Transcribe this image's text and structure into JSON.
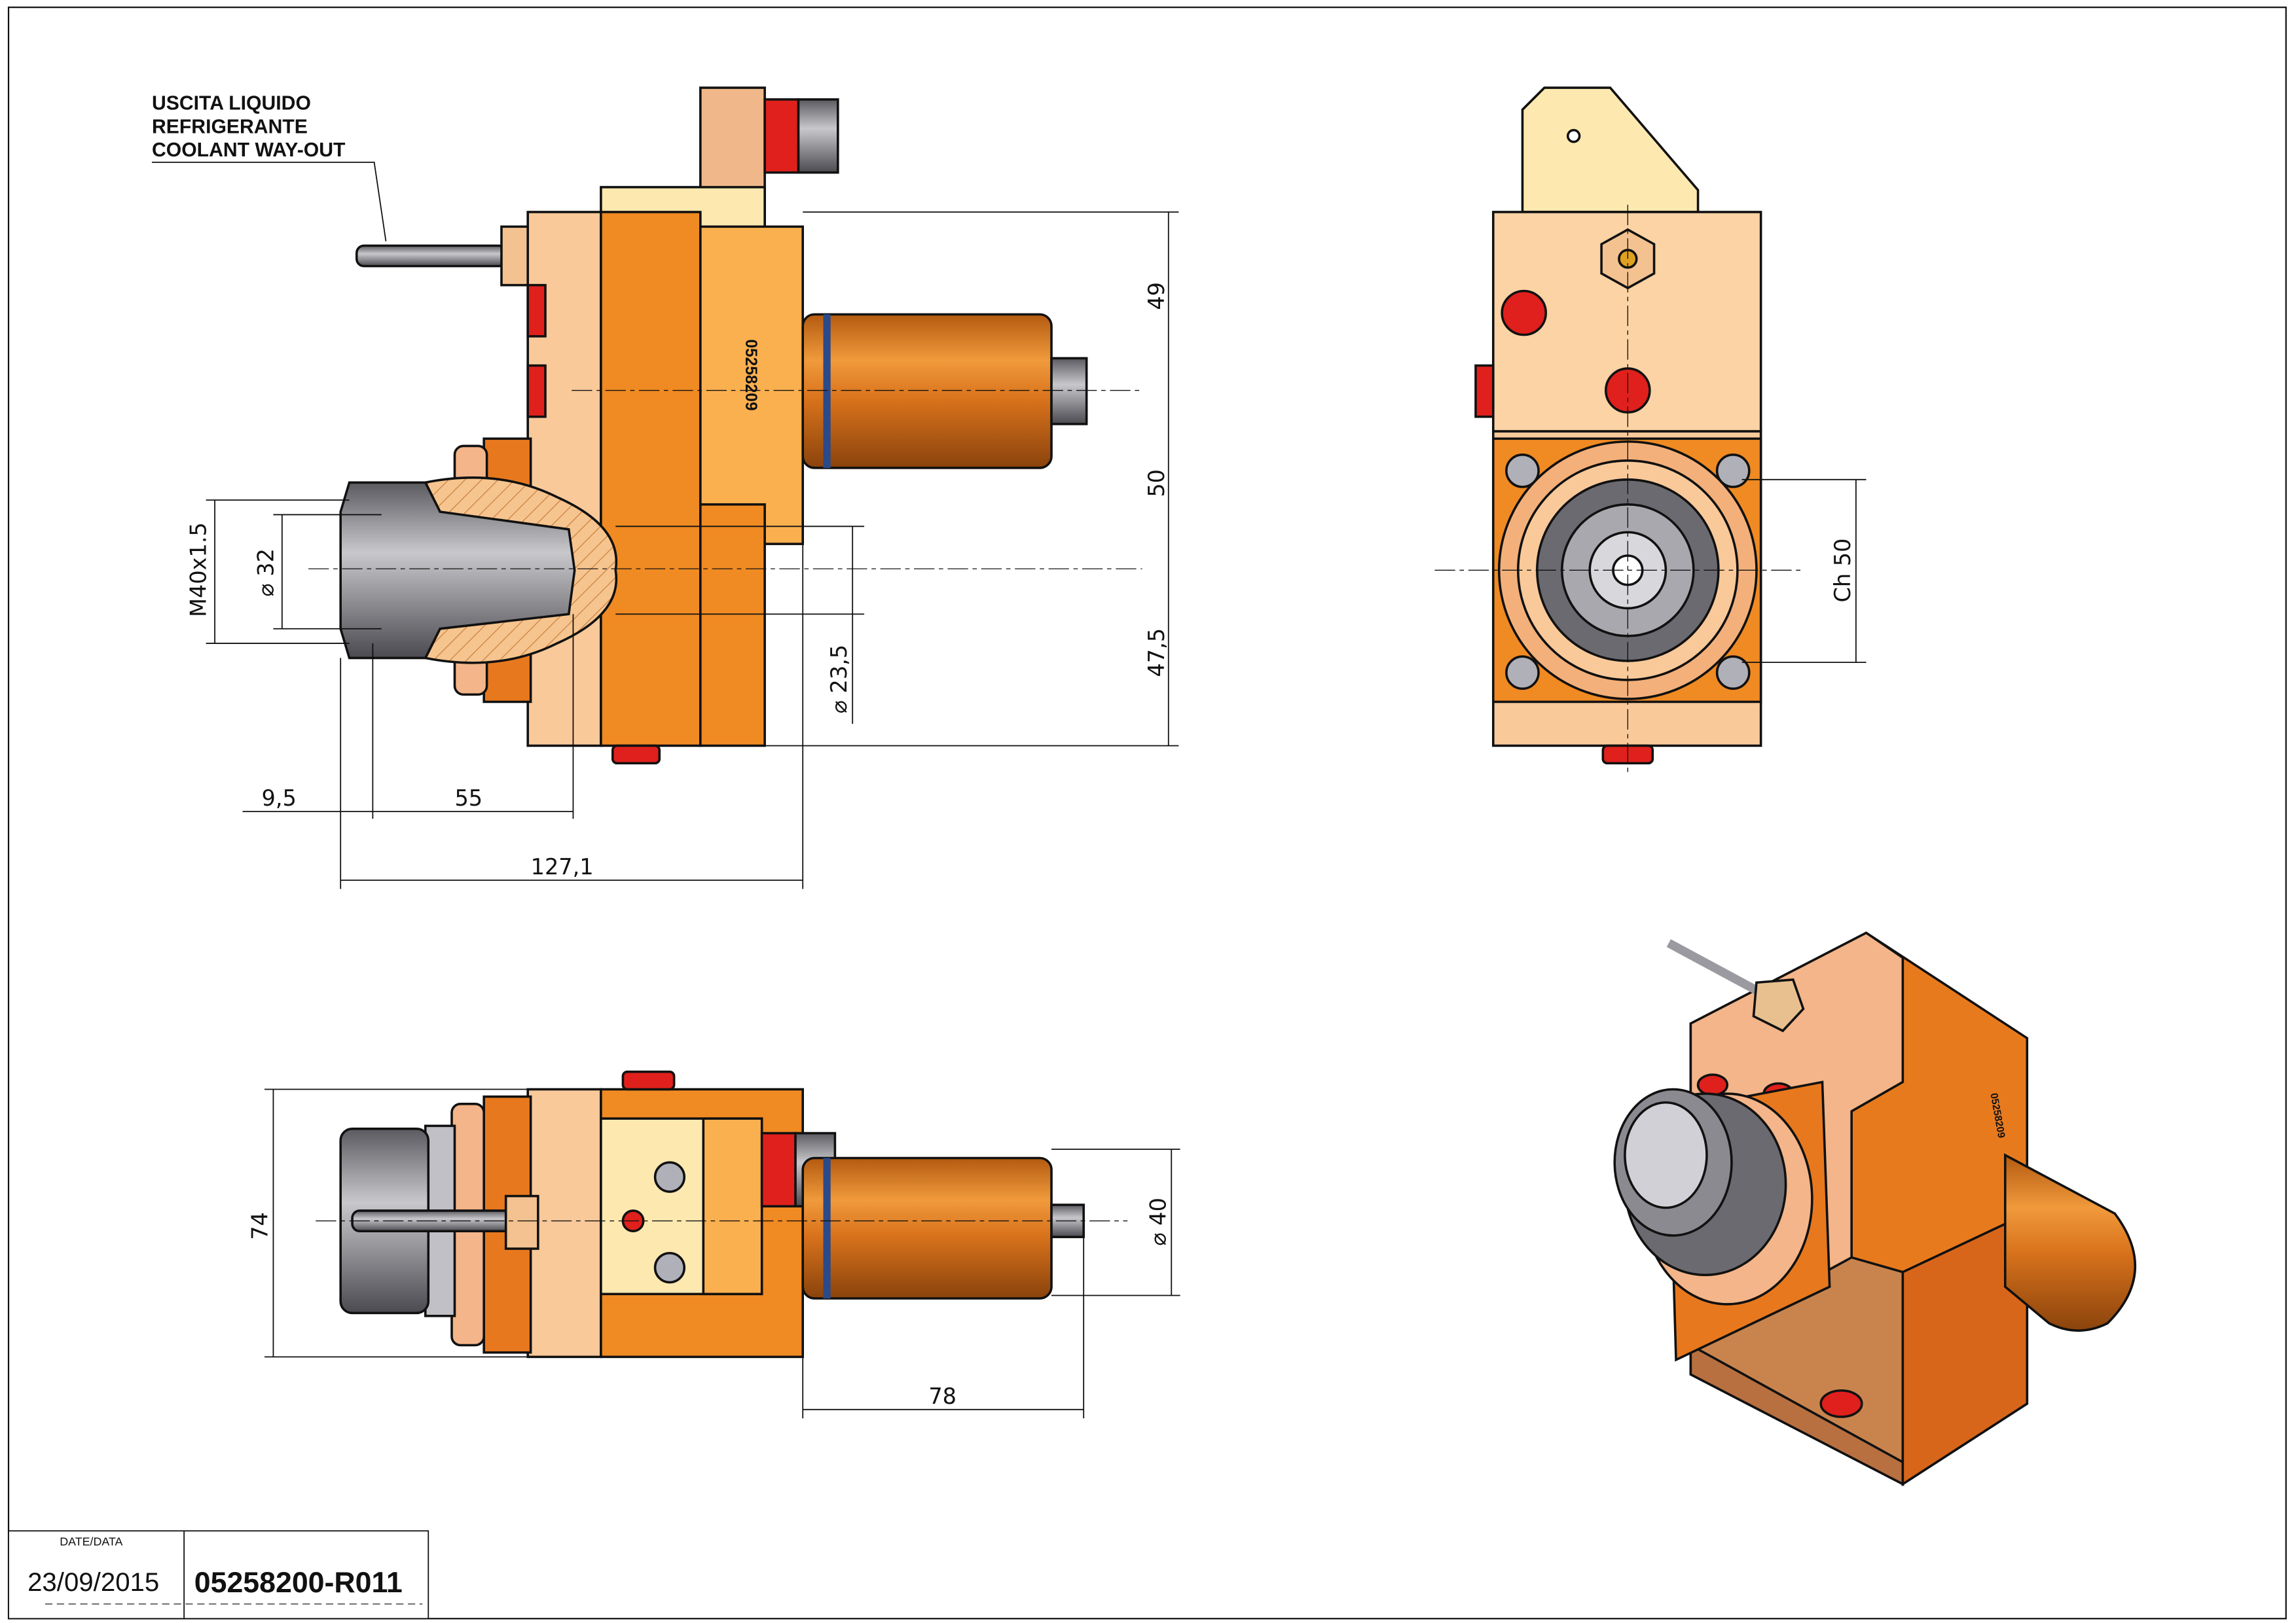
{
  "note": {
    "lines": [
      "USCITA LIQUIDO",
      "REFRIGERANTE",
      "COOLANT WAY-OUT"
    ]
  },
  "part_marking": "05258209",
  "dimensions": {
    "front_49": "49",
    "front_50": "50",
    "front_47_5": "47,5",
    "thread": "M40x1.5",
    "dia_32": "32",
    "dia_23_5": "23,5",
    "len_9_5": "9,5",
    "len_55": "55",
    "len_127_1": "127,1",
    "ch_50": "Ch 50",
    "height_74": "74",
    "dia_40": "40",
    "len_78": "78"
  },
  "title_block": {
    "date_label": "DATE/DATA",
    "date": "23/09/2015",
    "code": "05258200-R011"
  },
  "colors": {
    "orange": "#f08a22",
    "light_orange": "#fbb04f",
    "peach": "#f9c99a",
    "cream": "#fde9b0",
    "red": "#e0201c",
    "steel": "#9a9aa0"
  }
}
